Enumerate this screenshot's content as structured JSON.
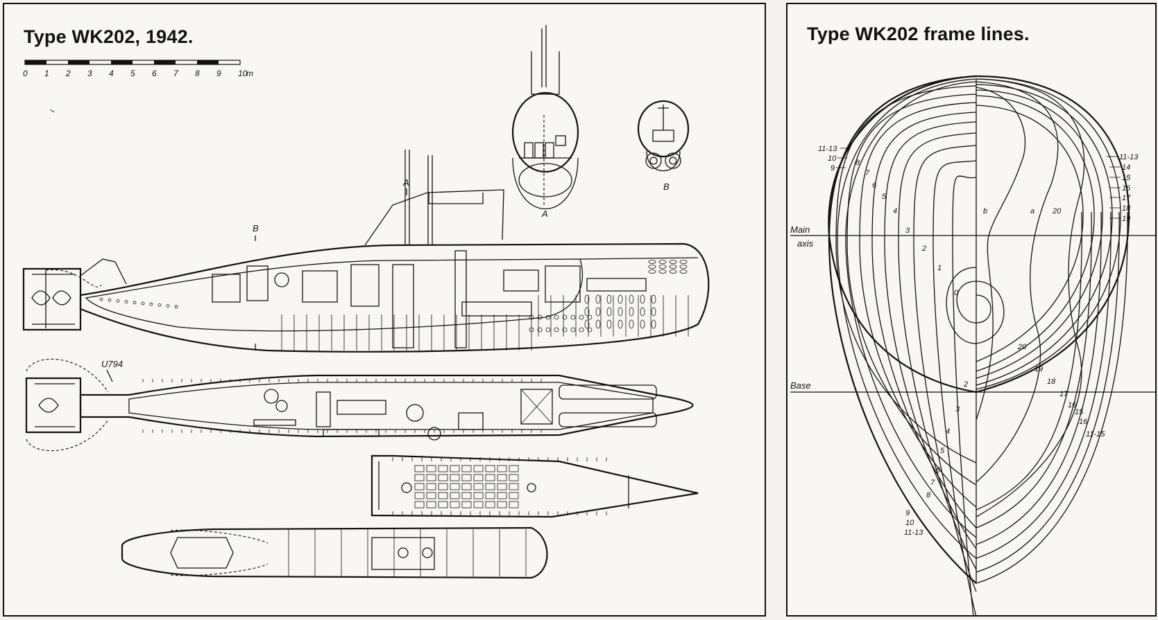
{
  "left_panel": {
    "title": "Type WK202, 1942.",
    "scale": {
      "ticks": [
        "0",
        "1",
        "2",
        "3",
        "4",
        "5",
        "6",
        "7",
        "8",
        "9",
        "10"
      ],
      "unit": "m"
    },
    "section_markers": {
      "a_top": "A",
      "b_top": "B"
    },
    "section_captions": {
      "a": "A",
      "b": "B"
    },
    "variant_label": "U794"
  },
  "right_panel": {
    "title": "Type WK202 frame lines.",
    "axis_labels": {
      "main": "Main",
      "main_sub": "axis",
      "base": "Base"
    },
    "left_edge_labels": [
      "11-13",
      "10",
      "9"
    ],
    "right_edge_labels": [
      "11-13",
      "14",
      "15",
      "16",
      "17",
      "18",
      "19"
    ],
    "upper_left_frames": [
      "8",
      "7",
      "6",
      "5",
      "4",
      "3",
      "2",
      "1",
      "0"
    ],
    "upper_right_frames": [
      "b",
      "a",
      "20"
    ],
    "lower_right_frames": [
      "20",
      "19",
      "18",
      "17",
      "16",
      "15",
      "16",
      "11-15"
    ],
    "lower_left_frames": [
      "2",
      "3",
      "4",
      "5",
      "6",
      "7",
      "8"
    ],
    "bottom_frames": [
      "9",
      "10",
      "11-13"
    ]
  }
}
